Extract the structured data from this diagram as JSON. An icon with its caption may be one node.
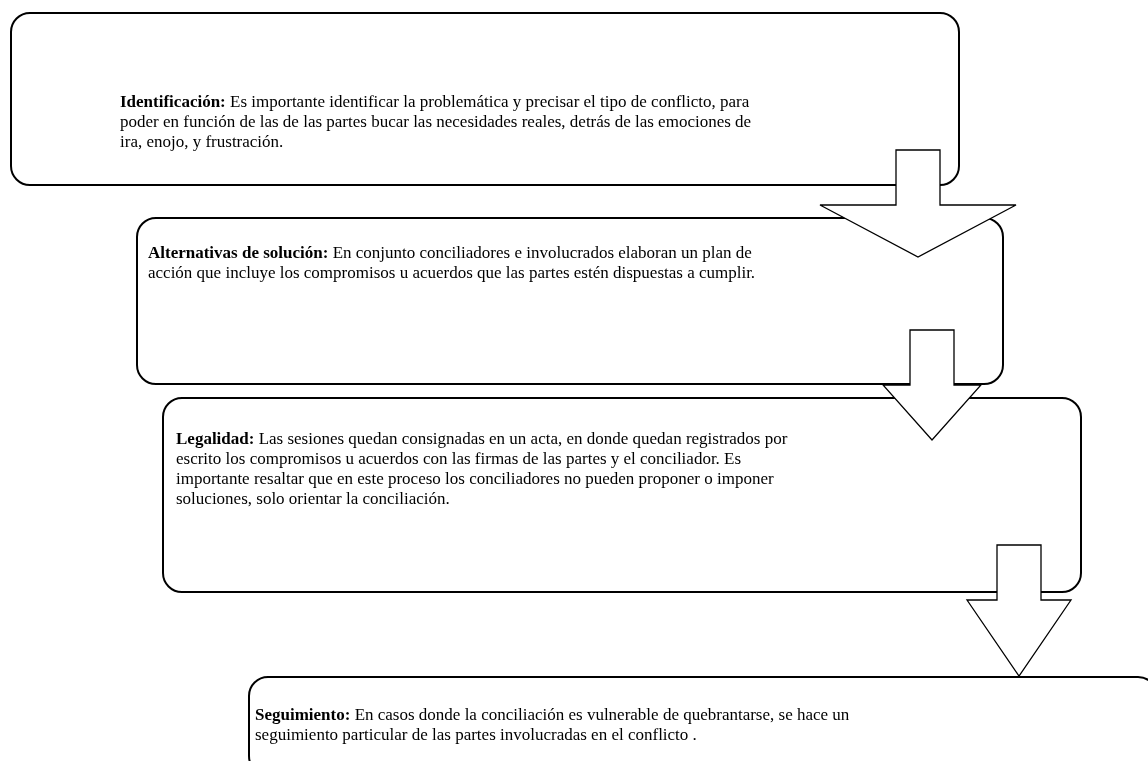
{
  "diagram": {
    "nodes": [
      {
        "text": [
          "**Identificación:** Es importante identificar la problemática y precisar el tipo de conflicto, para poder en función de las de las partes bucar las necesidades reales, detrás de las emociones de ira, enojo, y frustración."
        ]
      },
      {
        "text": [
          "**Alternativas de solución:** En conjunto conciliadores e involucrados elaboran un plan de acción que incluye los compromisos u acuerdos que las partes estén dispuestas a cumplir."
        ]
      },
      {
        "text": [
          "**Legalidad:** Las sesiones quedan consignadas en un acta, en donde quedan registrados por escrito los compromisos u acuerdos con las firmas de las partes y el conciliador. Es importante resaltar que en este proceso los conciliadores no pueden proponer o imponer soluciones, solo orientar la conciliación."
        ]
      },
      {
        "text": [
          "**Seguimiento:** En casos donde la conciliación es vulnerable de quebrantarse, se hace un seguimiento particular de las partes involucradas en el conflicto ."
        ]
      }
    ],
    "edges": [
      {
        "from": 0,
        "to": 1,
        "arrow": "to"
      },
      {
        "from": 1,
        "to": 2,
        "arrow": "to"
      },
      {
        "from": 2,
        "to": 3,
        "arrow": "to"
      }
    ]
  }
}
